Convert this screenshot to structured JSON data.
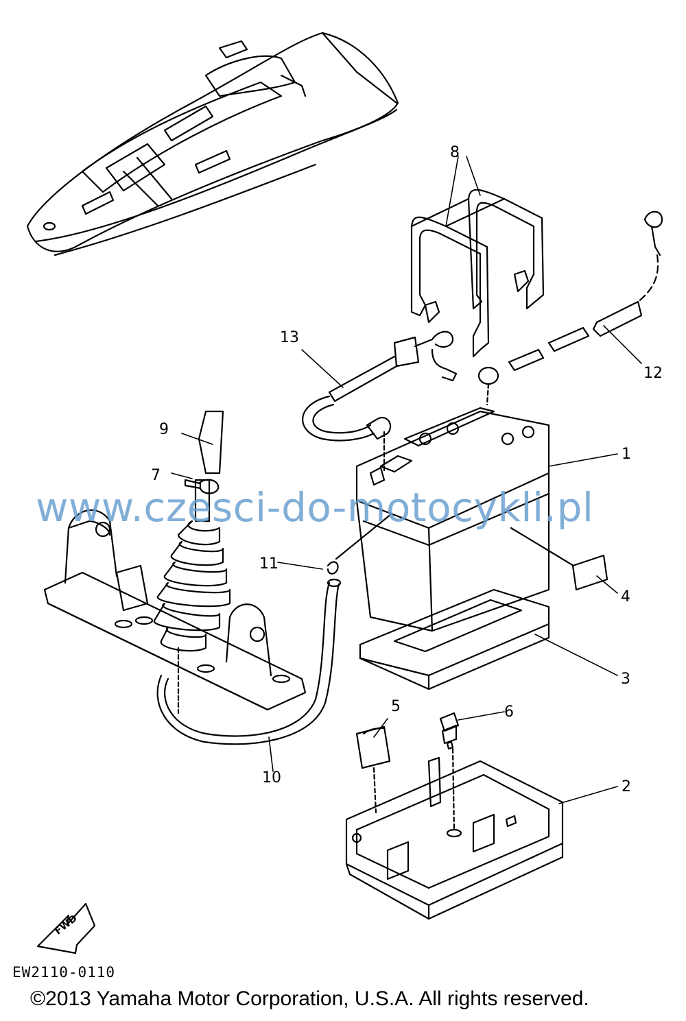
{
  "diagram": {
    "labels": [
      "8",
      "13",
      "12",
      "9",
      "7",
      "1",
      "11",
      "4",
      "3",
      "5",
      "6",
      "10",
      "2"
    ],
    "fwd_label": "FWD",
    "drawing_code": "EW2110-0110",
    "watermark": "www.czesci-do-motocykli.pl",
    "copyright": "©2013 Yamaha Motor Corporation, U.S.A. All rights reserved.",
    "colors": {
      "line": "#000000",
      "watermark": "#6aa0cf",
      "background": "#ffffff"
    }
  }
}
